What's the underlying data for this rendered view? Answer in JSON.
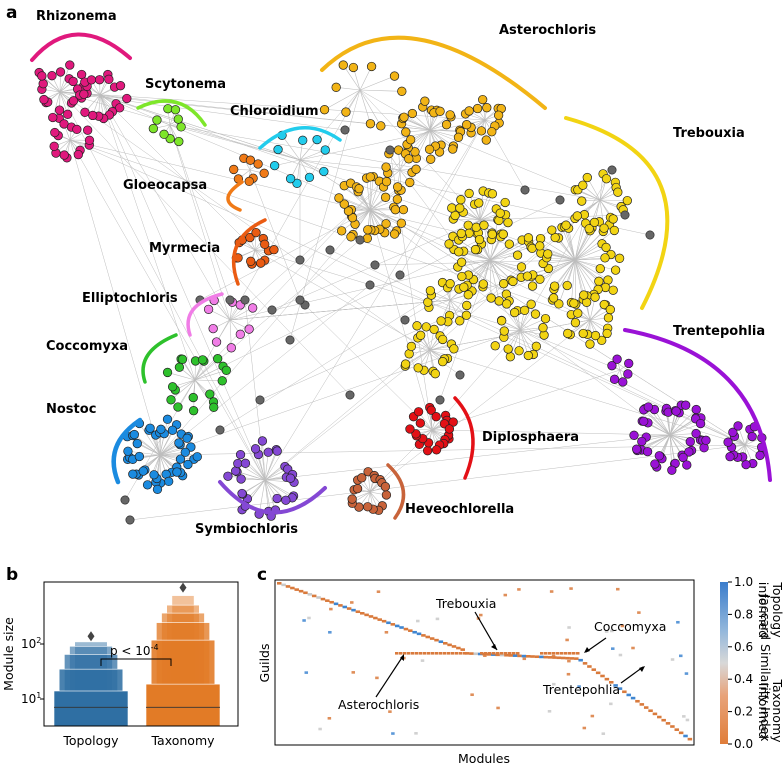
{
  "panels": {
    "a": "a",
    "b": "b",
    "c": "c"
  },
  "network": {
    "modules": [
      {
        "name": "Rhizonema",
        "color": "#e0197d"
      },
      {
        "name": "Scytonema",
        "color": "#7ee62a"
      },
      {
        "name": "Chloroidium",
        "color": "#22ccec"
      },
      {
        "name": "Gloeocapsa",
        "color": "#f07a17"
      },
      {
        "name": "Myrmecia",
        "color": "#ea5b12"
      },
      {
        "name": "Elliptochloris",
        "color": "#f07de6"
      },
      {
        "name": "Coccomyxa",
        "color": "#2ec12c"
      },
      {
        "name": "Nostoc",
        "color": "#1b8be0"
      },
      {
        "name": "Symbiochloris",
        "color": "#8448d4"
      },
      {
        "name": "Heveochlorella",
        "color": "#c8633a"
      },
      {
        "name": "Diplosphaera",
        "color": "#e31016"
      },
      {
        "name": "Trentepohlia",
        "color": "#9a12d6"
      },
      {
        "name": "Trebouxia",
        "color": "#f2d413"
      },
      {
        "name": "Asterochloris",
        "color": "#f2b416"
      }
    ],
    "unassigned_color": "#666666",
    "edge_color": "#bdbdbd"
  },
  "panel_b": {
    "chart_data": {
      "type": "boxen",
      "categories": [
        "Topology",
        "Taxonomy"
      ],
      "ylabel": "Module size",
      "yscale": "log",
      "ylim": [
        2,
        600
      ],
      "yticks": [
        "10¹",
        "10²"
      ],
      "series": [
        {
          "name": "Topology",
          "color": "#2f6fa3",
          "median": 4.2,
          "levels": [
            [
              2,
              8
            ],
            [
              3,
              19
            ],
            [
              5,
              34
            ],
            [
              6,
              47
            ],
            [
              7,
              56
            ]
          ],
          "outlier": 70
        },
        {
          "name": "Taxonomy",
          "color": "#e27b26",
          "median": 4.2,
          "levels": [
            [
              2,
              10.5
            ],
            [
              3,
              60
            ],
            [
              4,
              120
            ],
            [
              5,
              175
            ],
            [
              6,
              240
            ],
            [
              7,
              350
            ]
          ],
          "outlier": 480
        }
      ],
      "annotation": "p < 10",
      "annotation_sup": "-4"
    }
  },
  "panel_c": {
    "chart_data": {
      "type": "heatmap",
      "xlabel": "Modules",
      "ylabel": "Guilds",
      "colorbar": {
        "label": "Jaccard Similarity Index",
        "range": [
          0,
          1
        ],
        "ticks": [
          "0.0",
          "0.2",
          "0.4",
          "0.6",
          "0.8",
          "1.0"
        ],
        "top_label": [
          "Topology",
          "informed"
        ],
        "bottom_label": [
          "Taxonomy",
          "informed"
        ],
        "colors": [
          "#e07d3a",
          "#e8a37a",
          "#d8d8d8",
          "#93b7db",
          "#3b7dcc"
        ]
      },
      "annotations": [
        "Trebouxia",
        "Coccomyxa",
        "Asterochloris",
        "Trentepohlia"
      ]
    }
  }
}
